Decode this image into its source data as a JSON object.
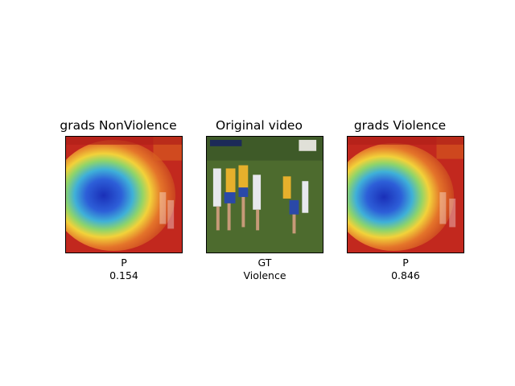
{
  "panels": [
    {
      "title": "grads NonViolence",
      "caption_line1": "P",
      "caption_line2": "0.154"
    },
    {
      "title": "Original video",
      "caption_line1": "GT",
      "caption_line2": "Violence"
    },
    {
      "title": "grads Violence",
      "caption_line1": "P",
      "caption_line2": "0.846"
    }
  ],
  "colors": {
    "heat_red": "#c8261c",
    "heat_blue": "#1f3fc6",
    "field_green": "#4d6b2e"
  }
}
